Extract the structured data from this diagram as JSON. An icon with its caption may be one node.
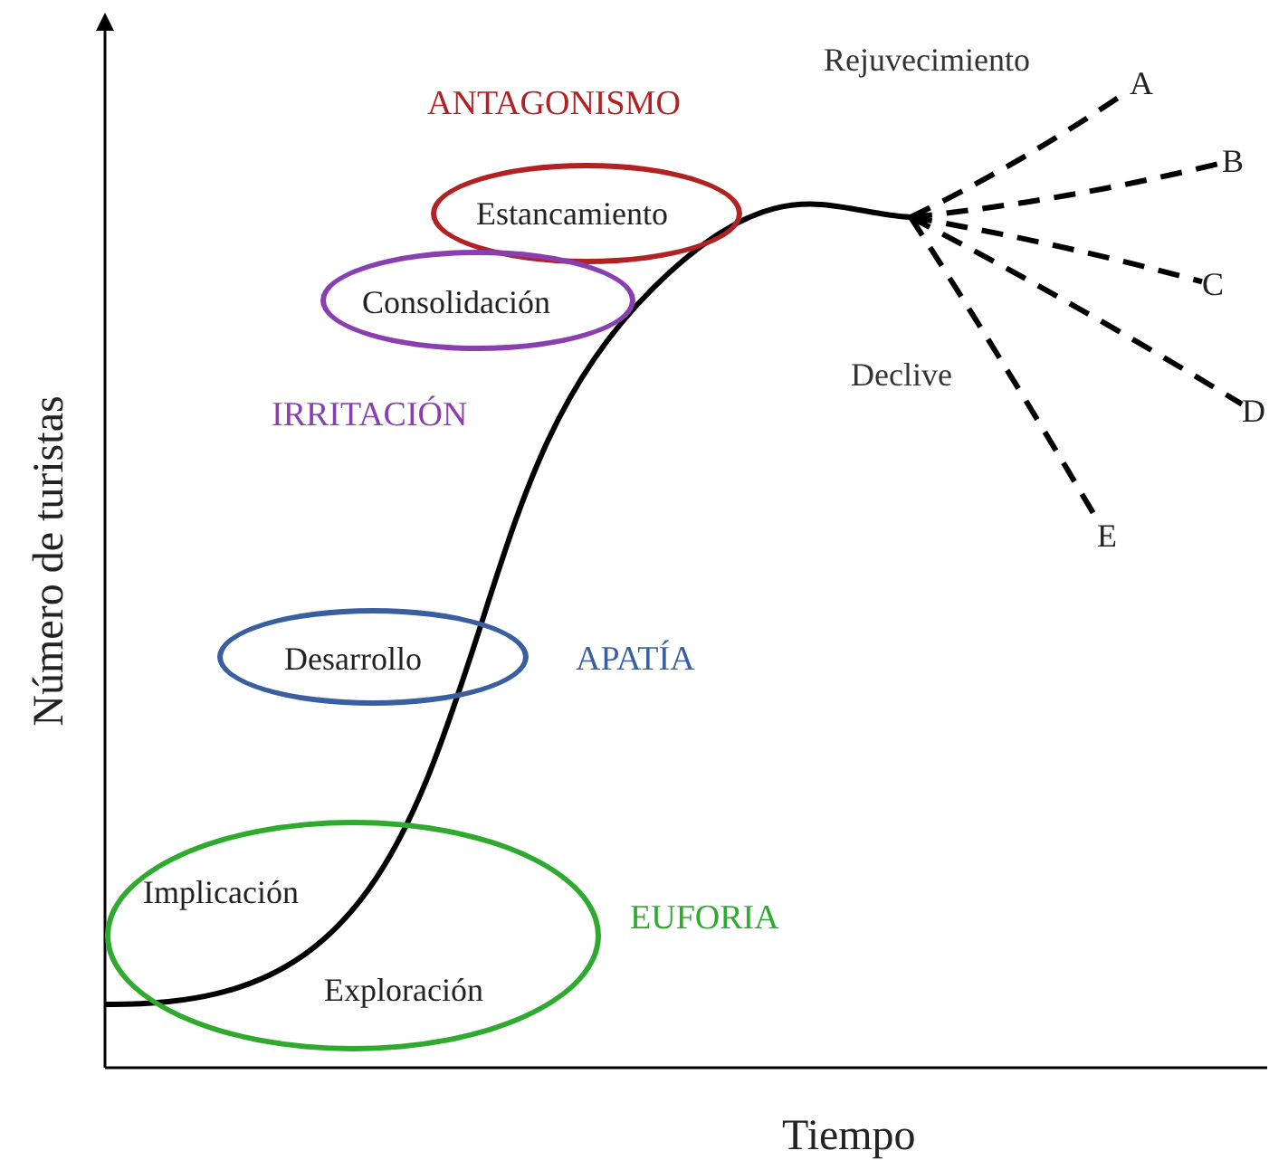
{
  "diagram": {
    "nodes": [
      {
        "text": [
          "Estancamiento"
        ]
      },
      {
        "text": [
          "Consolidación"
        ]
      },
      {
        "text": [
          "Desarrollo"
        ]
      },
      {
        "text": [
          "Implicación",
          "Exploración"
        ]
      },
      {
        "text": [
          "A"
        ]
      },
      {
        "text": [
          "B"
        ]
      },
      {
        "text": [
          "C"
        ]
      },
      {
        "text": [
          "D"
        ]
      },
      {
        "text": [
          "E"
        ]
      }
    ],
    "edges": [
      {
        "from": null,
        "to": 4,
        "arrow": "none",
        "style": "dashed"
      },
      {
        "from": null,
        "to": 5,
        "arrow": "none",
        "style": "dashed"
      },
      {
        "from": null,
        "to": 6,
        "arrow": "none",
        "style": "dashed"
      },
      {
        "from": null,
        "to": 7,
        "arrow": "none",
        "style": "dashed"
      },
      {
        "from": null,
        "to": 8,
        "arrow": "none",
        "style": "dashed"
      }
    ],
    "labels": [
      "Rejuvecimiento",
      "ANTAGONISMO",
      "IRRITACIÓN",
      "Declive",
      "APATÍA",
      "EUFORIA",
      "Número de turistas",
      "Tiempo"
    ]
  }
}
